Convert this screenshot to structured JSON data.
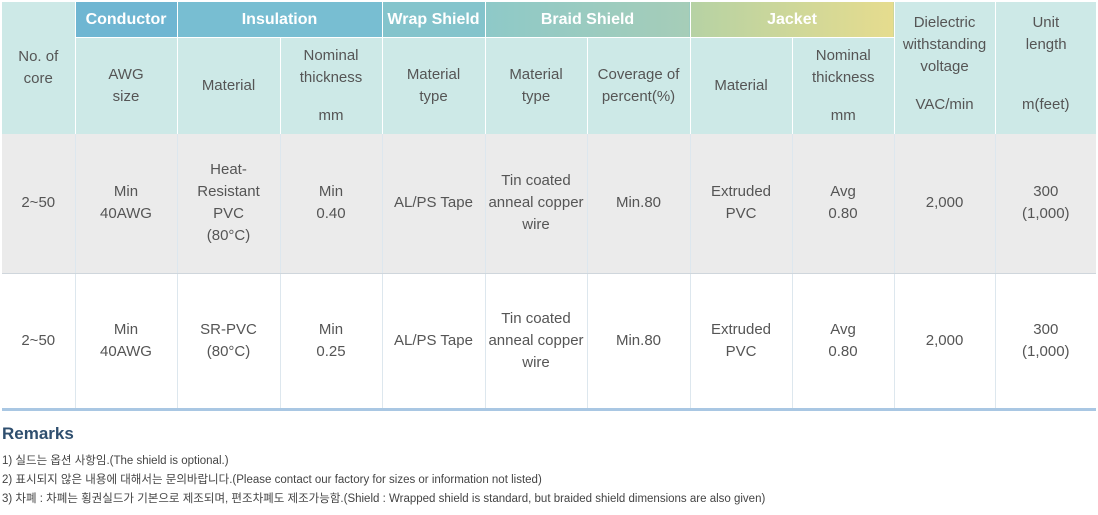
{
  "groups": {
    "conductor": "Conductor",
    "insulation": "Insulation",
    "wrap_shield": "Wrap Shield",
    "braid_shield": "Braid Shield",
    "jacket": "Jacket"
  },
  "headers": {
    "no_of_core": "No. of core",
    "awg_size": "AWG size",
    "ins_material": "Material",
    "ins_thickness": "Nominal thickness",
    "ins_thickness_unit": "mm",
    "wrap_material_type": "Material type",
    "braid_material_type": "Material type",
    "coverage": "Coverage of percent(%)",
    "jacket_material": "Material",
    "jacket_thickness": "Nominal thickness",
    "jacket_thickness_unit": "mm",
    "dielectric": "Dielectric withstanding voltage",
    "dielectric_unit": "VAC/min",
    "unit_length": "Unit length",
    "unit_length_unit": "m(feet)"
  },
  "rows": [
    {
      "cores": "2~50",
      "awg": [
        "Min",
        "40AWG"
      ],
      "ins_material": [
        "Heat-",
        "Resistant",
        "PVC",
        "(80°C)"
      ],
      "ins_thickness": [
        "Min",
        "0.40"
      ],
      "wrap": "AL/PS Tape",
      "braid": [
        "Tin coated",
        "anneal copper",
        "wire"
      ],
      "coverage": "Min.80",
      "jacket_material": [
        "Extruded",
        "PVC"
      ],
      "jacket_thickness": [
        "Avg",
        "0.80"
      ],
      "dielectric": "2,000",
      "unit_length": [
        "300",
        "(1,000)"
      ]
    },
    {
      "cores": "2~50",
      "awg": [
        "Min",
        "40AWG"
      ],
      "ins_material": [
        "SR-PVC",
        "(80°C)"
      ],
      "ins_thickness": [
        "Min",
        "0.25"
      ],
      "wrap": "AL/PS Tape",
      "braid": [
        "Tin coated",
        "anneal copper",
        "wire"
      ],
      "coverage": "Min.80",
      "jacket_material": [
        "Extruded",
        "PVC"
      ],
      "jacket_thickness": [
        "Avg",
        "0.80"
      ],
      "dielectric": "2,000",
      "unit_length": [
        "300",
        "(1,000)"
      ]
    }
  ],
  "remarks": {
    "title": "Remarks",
    "items": [
      "1) 실드는 옵션 사항임.(The shield is optional.)",
      "2) 표시되지 않은 내용에 대해서는 문의바랍니다.(Please contact our factory for sizes or information not listed)",
      "3) 차폐 : 차폐는 횡권실드가 기본으로 제조되며, 편조차폐도 제조가능함.(Shield : Wrapped shield is standard, but braided shield dimensions are also given)"
    ]
  }
}
